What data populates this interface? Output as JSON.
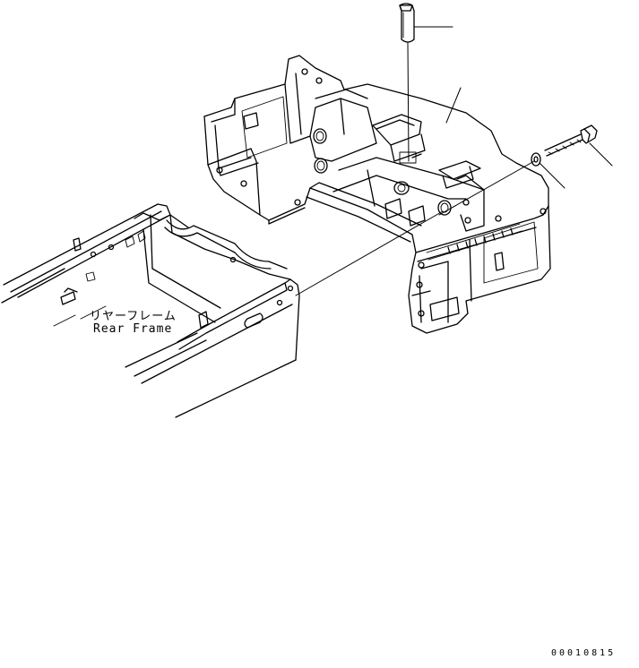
{
  "labels": {
    "part_name_jp": "リヤーフレーム",
    "part_name_en": "Rear Frame",
    "drawing_code": "00010815"
  }
}
